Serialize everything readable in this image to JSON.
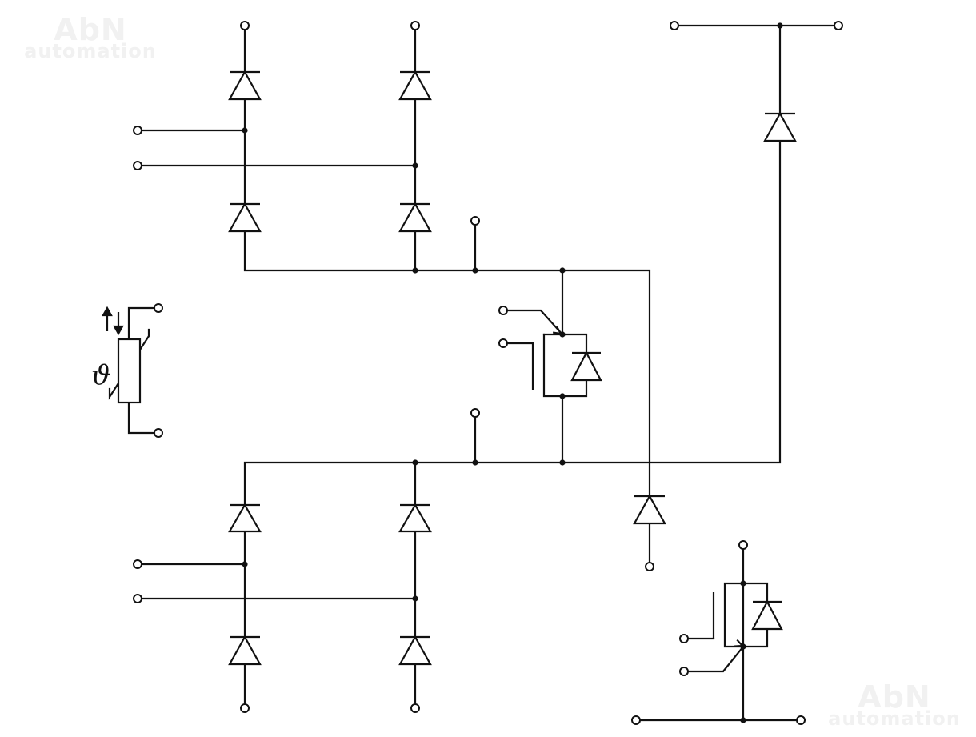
{
  "watermark": {
    "line1": "AbN",
    "line2": "automation"
  },
  "thermistor": {
    "symbol": "ϑ"
  },
  "colors": {
    "wire": "#111111",
    "background": "#ffffff",
    "watermark": "#f1f1f1"
  }
}
